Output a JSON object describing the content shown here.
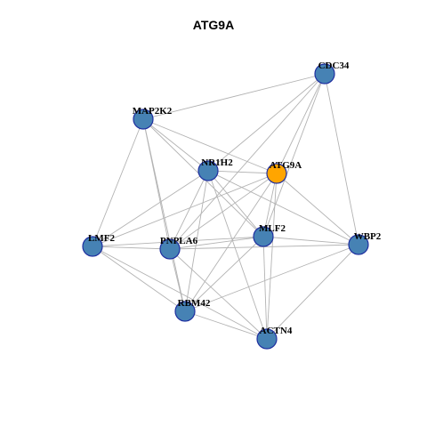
{
  "title": "ATG9A",
  "colors": {
    "node_default": "#4682b4",
    "node_highlight": "#ffa500",
    "node_border": "#1f2fa0",
    "edge": "#b3b3b3"
  },
  "nodes": [
    {
      "id": "CDC34",
      "highlight": false
    },
    {
      "id": "MAP2K2",
      "highlight": false
    },
    {
      "id": "NR1H2",
      "highlight": false
    },
    {
      "id": "ATG9A",
      "highlight": true
    },
    {
      "id": "LMF2",
      "highlight": false
    },
    {
      "id": "PNPLA6",
      "highlight": false
    },
    {
      "id": "MLF2",
      "highlight": false
    },
    {
      "id": "WBP2",
      "highlight": false
    },
    {
      "id": "RBM42",
      "highlight": false
    },
    {
      "id": "ACTN4",
      "highlight": false
    }
  ],
  "edges": [
    [
      "CDC34",
      "MAP2K2"
    ],
    [
      "CDC34",
      "NR1H2"
    ],
    [
      "CDC34",
      "ATG9A"
    ],
    [
      "CDC34",
      "MLF2"
    ],
    [
      "CDC34",
      "WBP2"
    ],
    [
      "CDC34",
      "PNPLA6"
    ],
    [
      "MAP2K2",
      "NR1H2"
    ],
    [
      "MAP2K2",
      "ATG9A"
    ],
    [
      "MAP2K2",
      "LMF2"
    ],
    [
      "MAP2K2",
      "PNPLA6"
    ],
    [
      "MAP2K2",
      "RBM42"
    ],
    [
      "MAP2K2",
      "MLF2"
    ],
    [
      "NR1H2",
      "ATG9A"
    ],
    [
      "NR1H2",
      "LMF2"
    ],
    [
      "NR1H2",
      "PNPLA6"
    ],
    [
      "NR1H2",
      "MLF2"
    ],
    [
      "NR1H2",
      "RBM42"
    ],
    [
      "NR1H2",
      "ACTN4"
    ],
    [
      "NR1H2",
      "WBP2"
    ],
    [
      "ATG9A",
      "PNPLA6"
    ],
    [
      "ATG9A",
      "MLF2"
    ],
    [
      "ATG9A",
      "RBM42"
    ],
    [
      "ATG9A",
      "ACTN4"
    ],
    [
      "ATG9A",
      "WBP2"
    ],
    [
      "ATG9A",
      "LMF2"
    ],
    [
      "LMF2",
      "PNPLA6"
    ],
    [
      "LMF2",
      "MLF2"
    ],
    [
      "LMF2",
      "RBM42"
    ],
    [
      "LMF2",
      "ACTN4"
    ],
    [
      "PNPLA6",
      "MLF2"
    ],
    [
      "PNPLA6",
      "RBM42"
    ],
    [
      "PNPLA6",
      "ACTN4"
    ],
    [
      "PNPLA6",
      "WBP2"
    ],
    [
      "MLF2",
      "WBP2"
    ],
    [
      "MLF2",
      "RBM42"
    ],
    [
      "MLF2",
      "ACTN4"
    ],
    [
      "WBP2",
      "RBM42"
    ],
    [
      "WBP2",
      "ACTN4"
    ],
    [
      "RBM42",
      "ACTN4"
    ]
  ]
}
